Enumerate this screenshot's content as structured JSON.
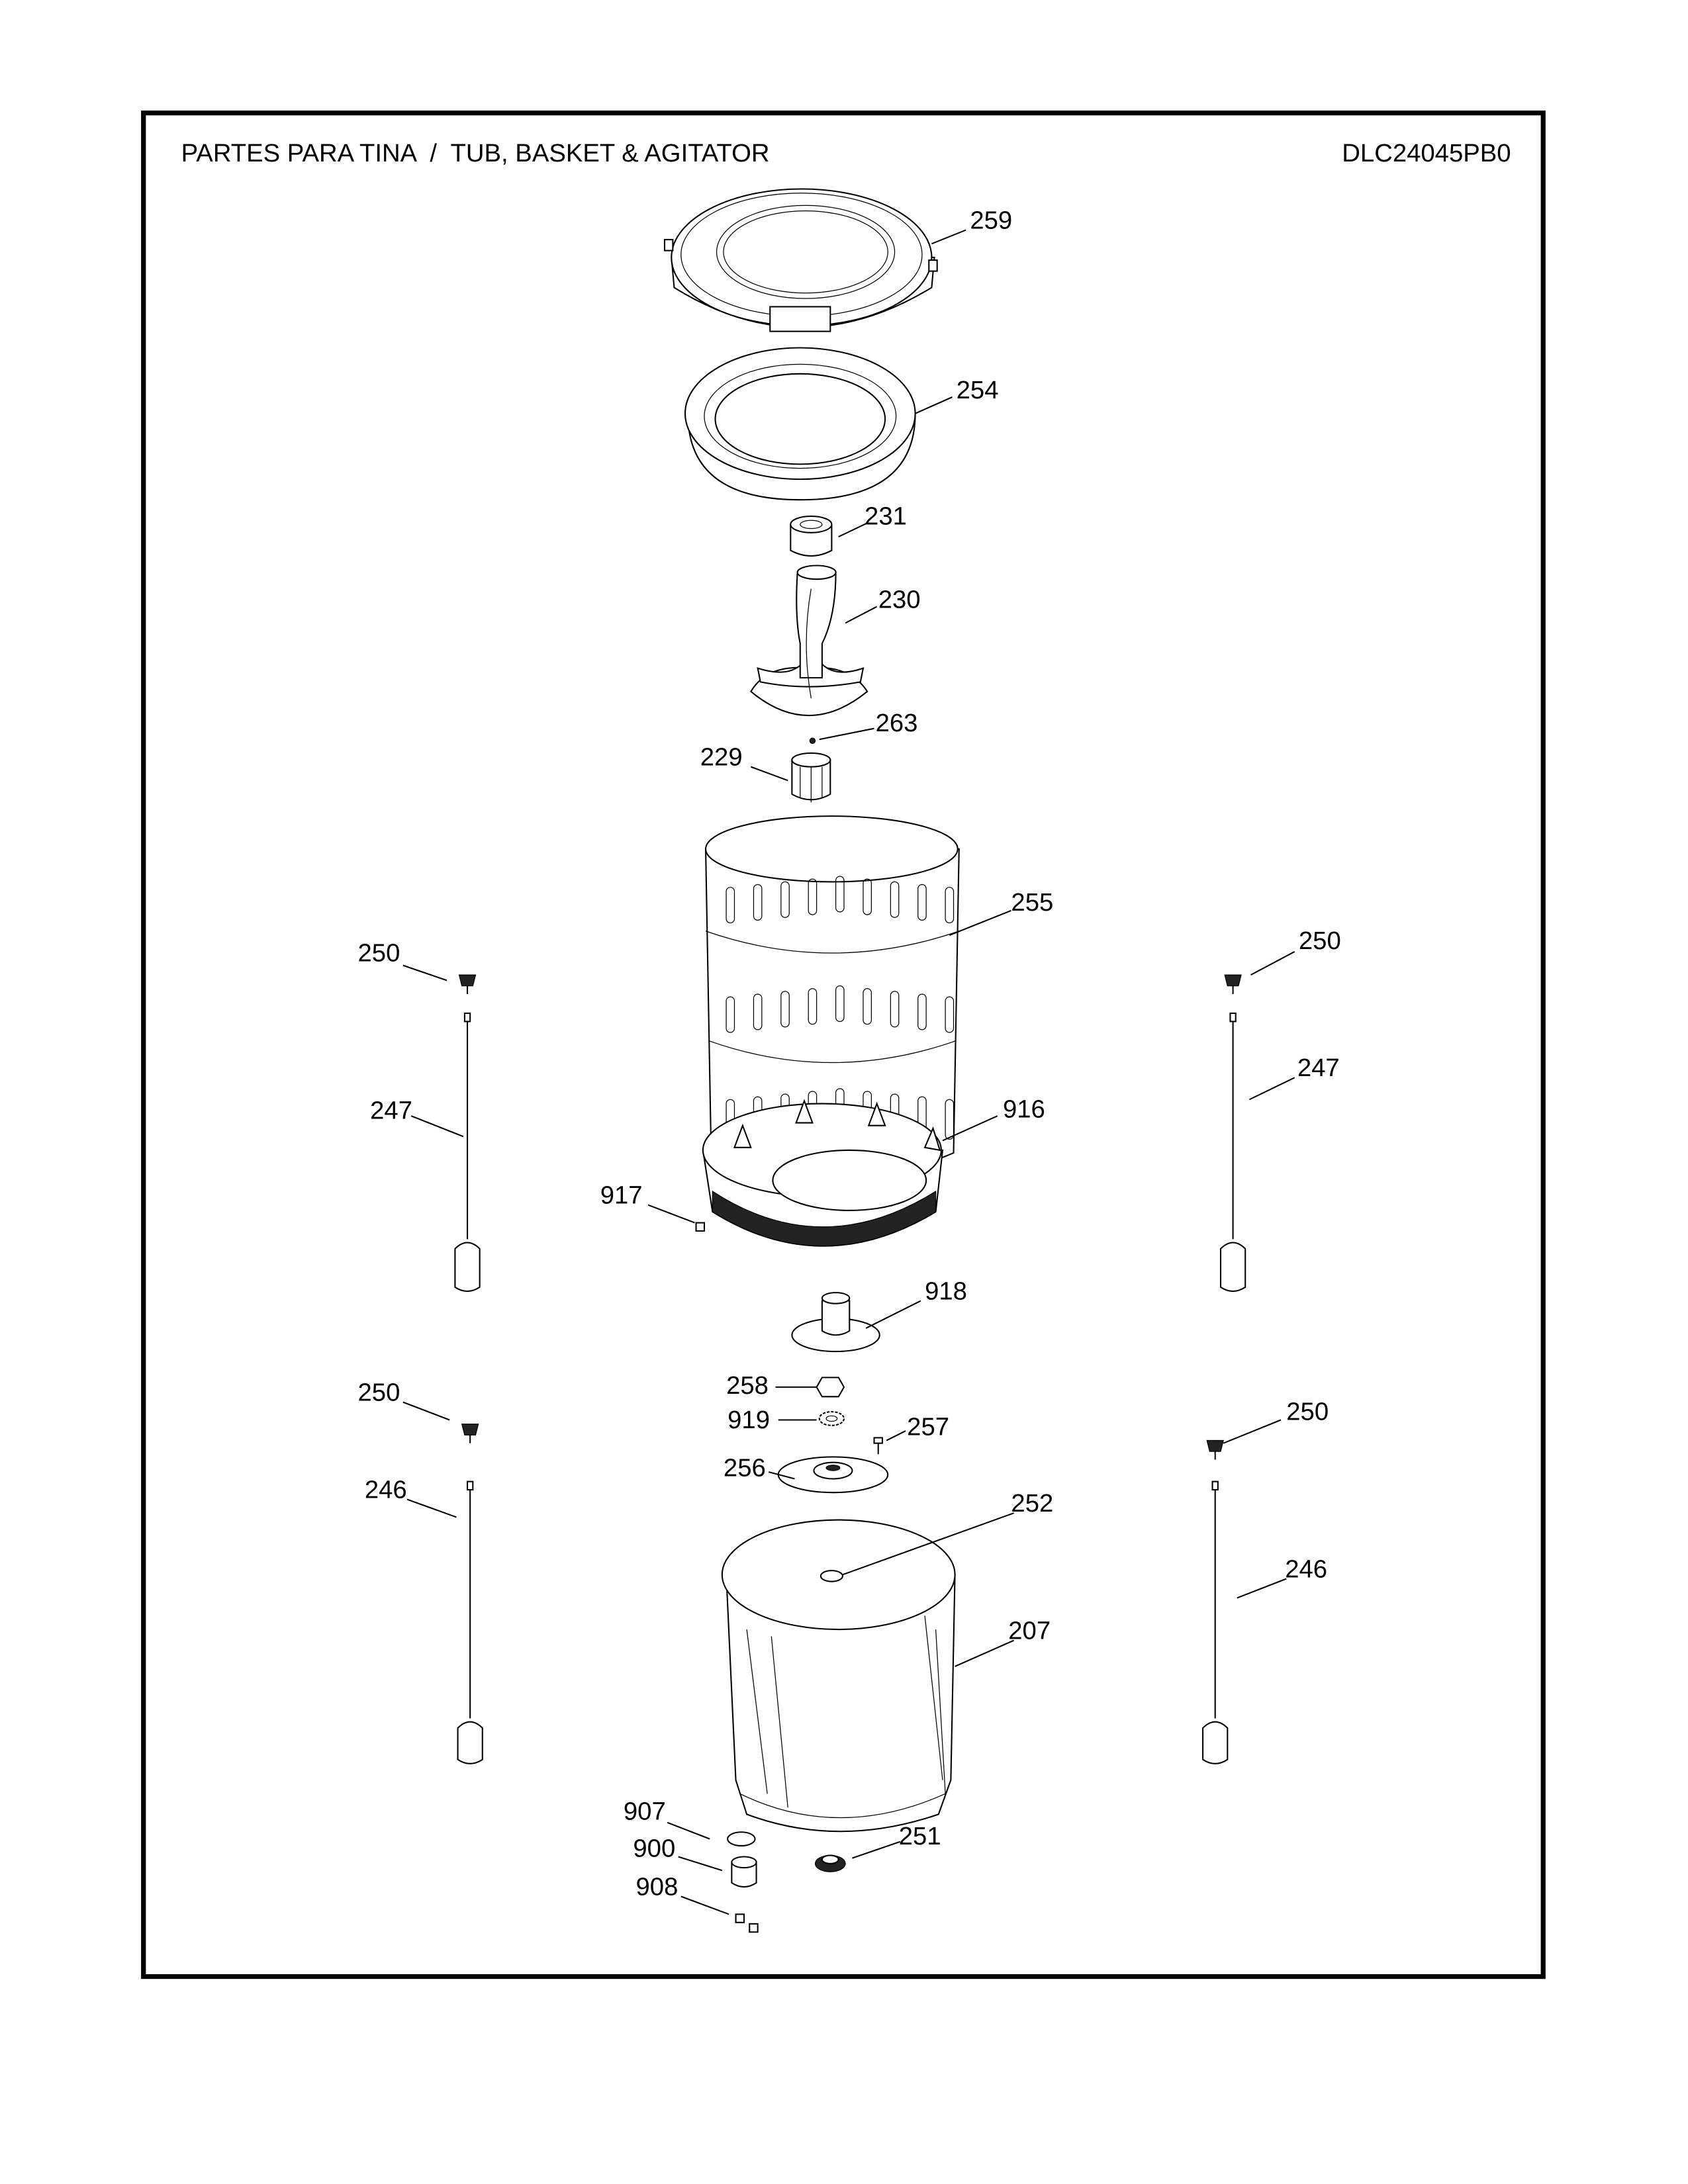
{
  "header": {
    "title": "PARTES PARA TINA  /  TUB, BASKET & AGITATOR",
    "model": "DLC24045PB0"
  },
  "callouts": {
    "p259": "259",
    "p254": "254",
    "p231": "231",
    "p230": "230",
    "p263": "263",
    "p229": "229",
    "p255": "255",
    "p250a": "250",
    "p250b": "250",
    "p247a": "247",
    "p247b": "247",
    "p916": "916",
    "p917": "917",
    "p918": "918",
    "p258": "258",
    "p919": "919",
    "p257": "257",
    "p256": "256",
    "p252": "252",
    "p250c": "250",
    "p250d": "250",
    "p246a": "246",
    "p246b": "246",
    "p207": "207",
    "p907": "907",
    "p900": "900",
    "p908": "908",
    "p251": "251"
  }
}
